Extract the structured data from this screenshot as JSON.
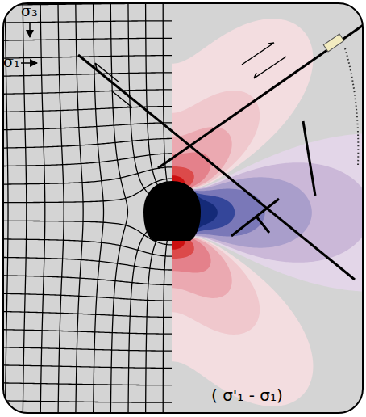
{
  "diagram": {
    "labels": [
      "σ₃",
      "σ₁",
      "( σ'₁ - σ₁)"
    ]
  }
}
